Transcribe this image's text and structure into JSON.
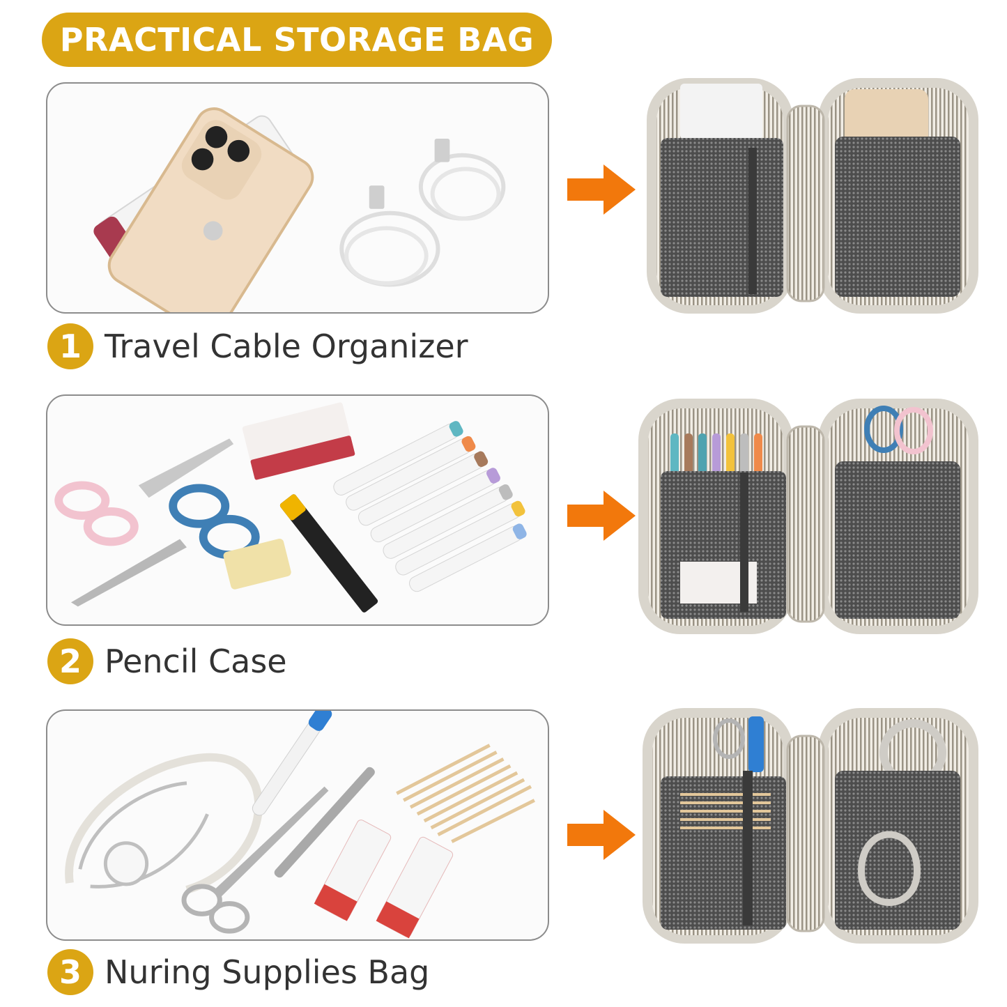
{
  "header": {
    "title": "PRACTICAL STORAGE BAG"
  },
  "sections": [
    {
      "number": "1",
      "title": "Travel Cable Organizer"
    },
    {
      "number": "2",
      "title": "Pencil Case"
    },
    {
      "number": "3",
      "title": "Nuring Supplies Bag"
    }
  ],
  "colors": {
    "accent": "#dba514",
    "arrow": "#f2780c",
    "bag_shell": "#d9d5cc"
  }
}
